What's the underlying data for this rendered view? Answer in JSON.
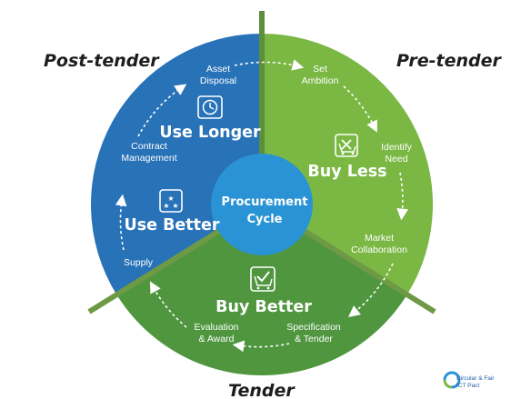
{
  "phases": {
    "post_tender": "Post-tender",
    "pre_tender": "Pre-tender",
    "tender": "Tender"
  },
  "center": {
    "line1": "Procurement",
    "line2": "Cycle"
  },
  "strategies": {
    "use_longer": "Use Longer",
    "buy_less": "Buy Less",
    "use_better": "Use Better",
    "buy_better": "Buy Better"
  },
  "steps": {
    "asset_disposal": [
      "Asset",
      "Disposal"
    ],
    "set_ambition": [
      "Set",
      "Ambition"
    ],
    "identify_need": [
      "Identify",
      "Need"
    ],
    "market_collaboration": [
      "Market",
      "Collaboration"
    ],
    "specification_tender": [
      "Specification",
      "& Tender"
    ],
    "evaluation_award": [
      "Evaluation",
      "& Award"
    ],
    "supply": [
      "Supply"
    ],
    "contract_management": [
      "Contract",
      "Management"
    ]
  },
  "logo": {
    "line1": "Circular & Fair",
    "line2": "ICT Pact"
  },
  "colors": {
    "blue": "#2872b8",
    "light_green": "#7ab743",
    "dark_green": "#4f963f",
    "center": "#2a93d5",
    "divider": "#5d8e3c"
  }
}
